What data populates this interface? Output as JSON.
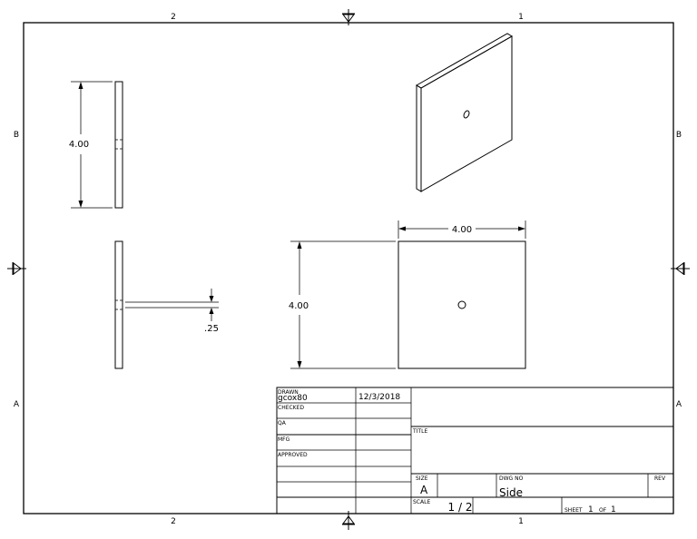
{
  "zones": {
    "top_left": "2",
    "top_right": "1",
    "bottom_left": "2",
    "bottom_right": "1",
    "left_upper": "B",
    "left_lower": "A",
    "right_upper": "B",
    "right_lower": "A"
  },
  "dimensions": {
    "side_height": "4.00",
    "front_height": "4.00",
    "front_width": "4.00",
    "thickness": ".25"
  },
  "title_block": {
    "drawn_label": "DRAWN",
    "drawn_by": "gcox80",
    "drawn_date": "12/3/2018",
    "checked_label": "CHECKED",
    "qa_label": "QA",
    "mfg_label": "MFG",
    "approved_label": "APPROVED",
    "title_label": "TITLE",
    "size_label": "SIZE",
    "size_value": "A",
    "dwg_no_label": "DWG NO",
    "dwg_no_value": "Side",
    "rev_label": "REV",
    "scale_label": "SCALE",
    "scale_value": "1 / 2",
    "sheet_label": "SHEET",
    "sheet_number": "1",
    "of_label": "OF",
    "sheet_total": "1"
  },
  "colors": {
    "line": "#000000",
    "background": "#ffffff"
  }
}
